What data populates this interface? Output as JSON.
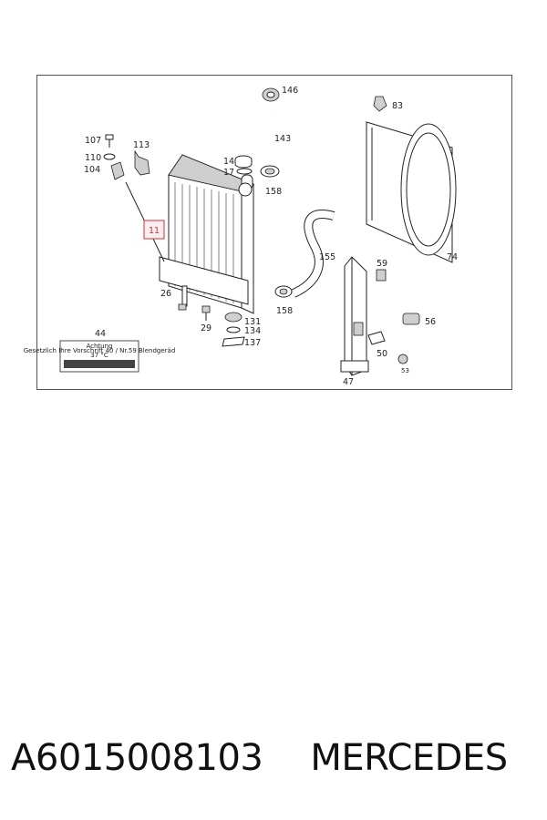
{
  "diagram": {
    "labels": {
      "p146": "146",
      "p83": "83",
      "p143": "143",
      "p107": "107",
      "p113": "113",
      "p110": "110",
      "p104": "104",
      "p14": "14",
      "p17": "17",
      "p158a": "158",
      "p11": "11",
      "p155": "155",
      "p59": "59",
      "p74": "74",
      "p26": "26",
      "p158b": "158",
      "p131": "131",
      "p134": "134",
      "p29": "29",
      "p137": "137",
      "p56": "56",
      "p44": "44",
      "p50": "50",
      "p53": "53",
      "p47": "47"
    },
    "sticker": {
      "title": "Achtung",
      "line1": "Gesetzlich Ihre Vorschrift 40 / Nr.59 Blendgeräd",
      "line2": "37 °C"
    },
    "highlight_color": "#d0303a"
  },
  "caption": {
    "part_number": "A6015008103",
    "brand": "MERCEDES"
  }
}
